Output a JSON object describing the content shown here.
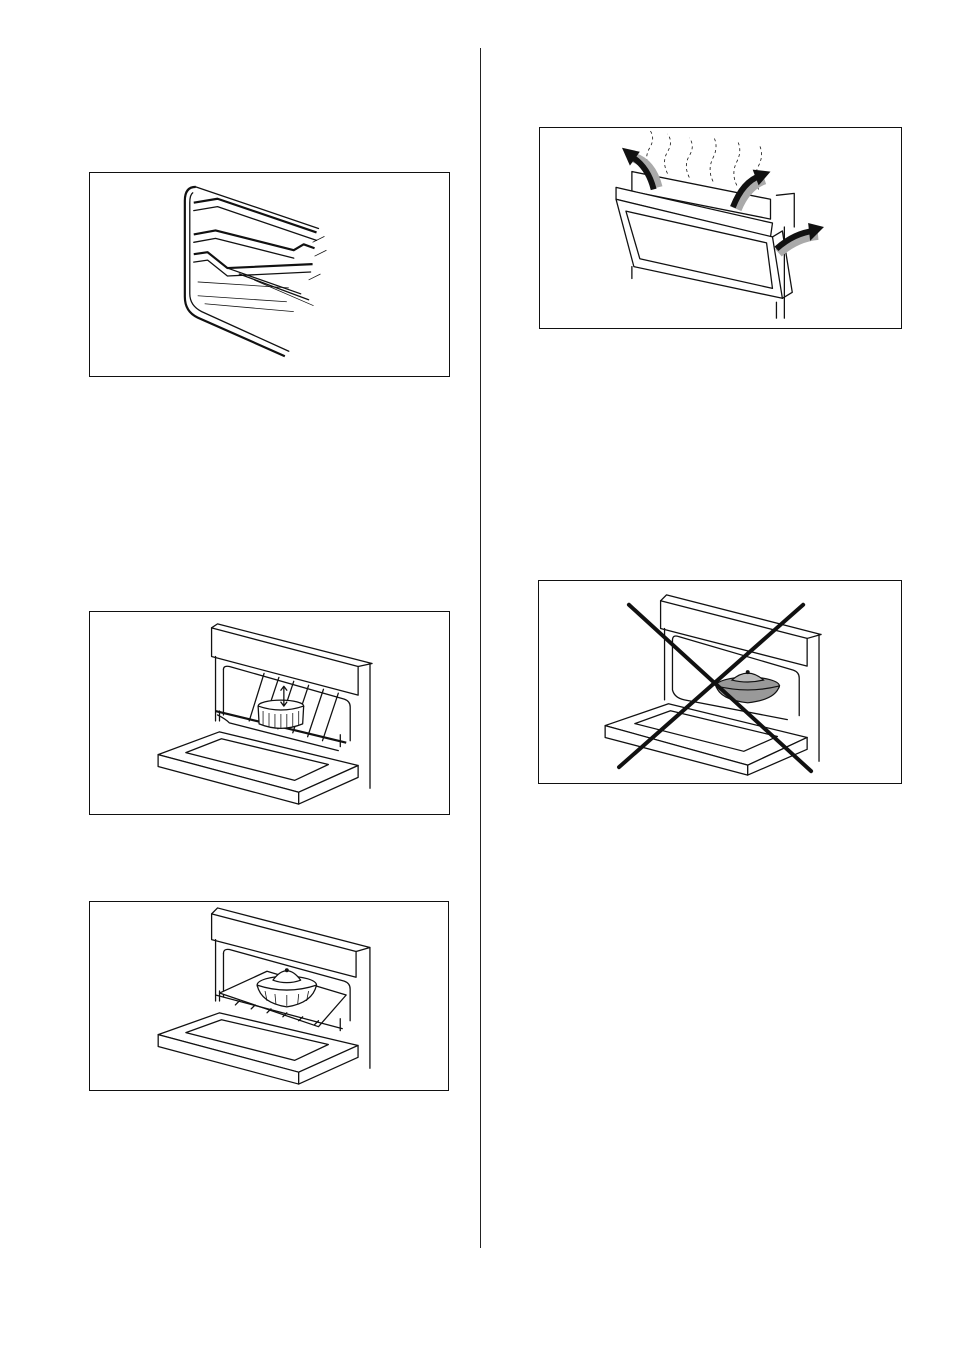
{
  "figures": [
    {
      "id": "shelf-runners",
      "icon": "oven-shelf-runners-illustration"
    },
    {
      "id": "dish-on-rack",
      "icon": "dish-on-wire-rack-illustration"
    },
    {
      "id": "dish-on-tray",
      "icon": "dish-on-baking-tray-illustration"
    },
    {
      "id": "steam-door-opening",
      "icon": "steam-escaping-door-illustration"
    },
    {
      "id": "dish-on-oven-floor-prohibited",
      "icon": "crossed-out-dish-on-floor-illustration"
    }
  ]
}
